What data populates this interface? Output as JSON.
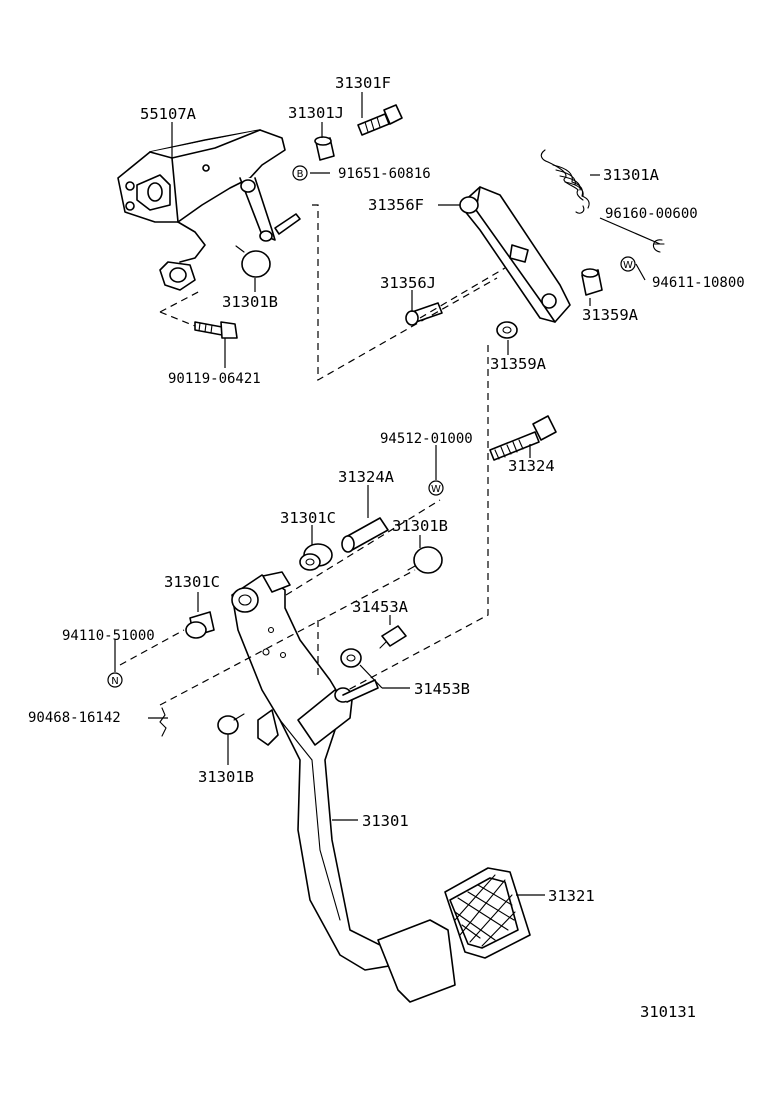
{
  "labels": {
    "p55107A": "55107A",
    "p31301F": "31301F",
    "p31301J": "31301J",
    "p91651": "91651-60816",
    "p31301A": "31301A",
    "p31356F": "31356F",
    "p96160": "96160-00600",
    "p94611": "94611-10800",
    "p31356J": "31356J",
    "p31359A_1": "31359A",
    "p31359A_2": "31359A",
    "p31301B_1": "31301B",
    "p90119": "90119-06421",
    "p94512": "94512-01000",
    "p31324": "31324",
    "p31324A": "31324A",
    "p31301C_1": "31301C",
    "p31301B_2": "31301B",
    "p31301C_2": "31301C",
    "p31453A": "31453A",
    "p94110": "94110-51000",
    "p31453B": "31453B",
    "p90468": "90468-16142",
    "p31301B_3": "31301B",
    "p31301": "31301",
    "p31321": "31321",
    "figure_no": "310131"
  },
  "symbols": {
    "b": "B",
    "w1": "W",
    "w2": "W",
    "n": "N"
  }
}
